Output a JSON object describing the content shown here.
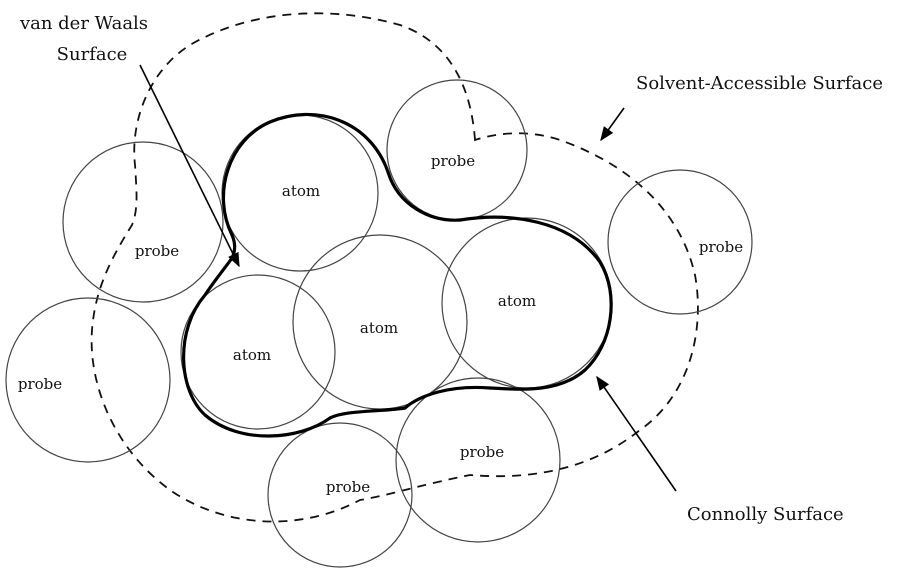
{
  "labels": {
    "vdw_line1": "van der Waals",
    "vdw_line2": "Surface",
    "sas": "Solvent-Accessible Surface",
    "connolly": "Connolly Surface",
    "atom": "atom",
    "probe": "probe"
  }
}
